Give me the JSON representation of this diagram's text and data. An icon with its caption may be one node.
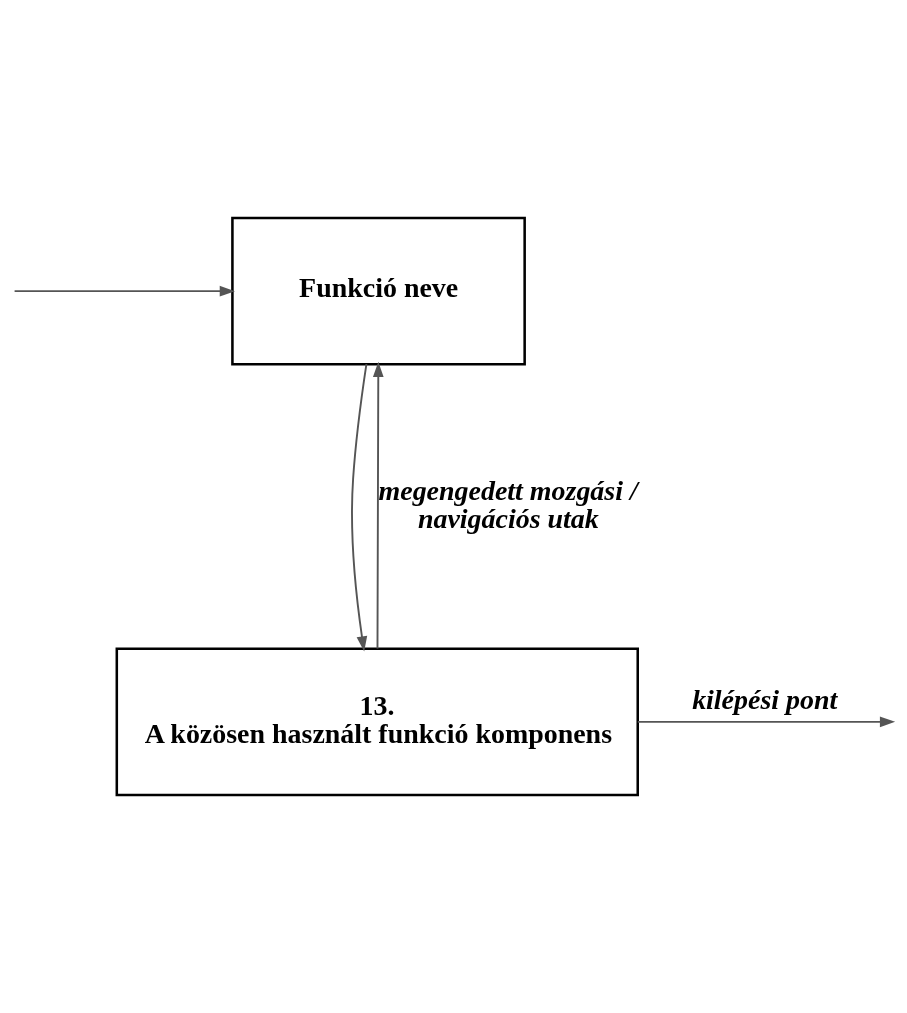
{
  "diagram": {
    "nodes": [
      {
        "text": [
          "Funkció neve"
        ]
      },
      {
        "text": [
          "13.",
          "A közösen használt funkció komponens"
        ]
      }
    ],
    "edges": [
      {
        "from": null,
        "to": 0,
        "arrow": "to"
      },
      {
        "from": 0,
        "to": 1,
        "arrow": "to"
      },
      {
        "from": 1,
        "to": 0,
        "arrow": "to",
        "label": "megengedett mozgási / navigációs utak"
      },
      {
        "from": 1,
        "to": null,
        "arrow": "to",
        "label": "kilépési pont"
      }
    ]
  }
}
